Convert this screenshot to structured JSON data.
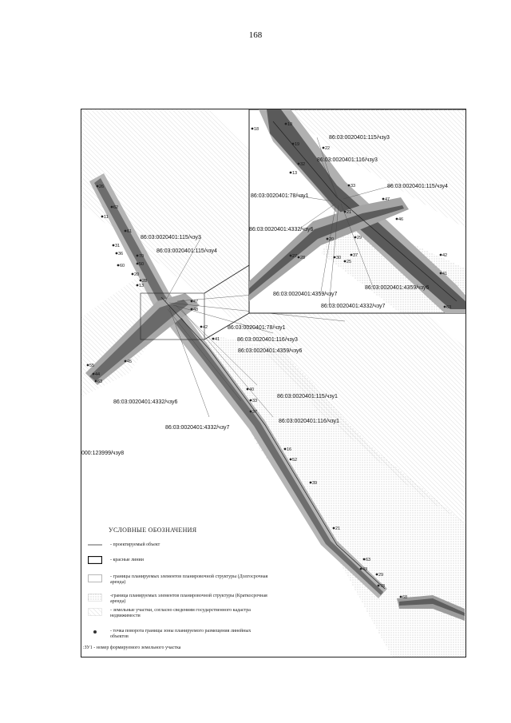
{
  "page_number": "168",
  "map": {
    "labels_main": [
      "86:03:0020401:115/чзу3",
      "86:03:0020401:115/чзу4",
      "86:03:0020401:78/чзу1",
      "86:03:0020401:116/чзу3",
      "86:03:0020401:4359/чзу6",
      "86:03:0020401:115/чзу1",
      "86:03:0020401:116/чзу1",
      "86:03:0020401:4332/чзу6",
      "86:03:0020401:4332/чзу7",
      "000:123999/чзу8"
    ],
    "labels_inset": [
      "86:03:0020401:115/чзу3",
      "86:03:0020401:116/чзу3",
      "86:03:0020401:115/чзу4",
      "86:03:0020401:78/чзу1",
      "86:03:0020401:4332/чзу6",
      "86:03:0020401:4359/чзу7",
      "86:03:0020401:4332/чзу7",
      "86:03:0020401:4359/чзу6"
    ],
    "points_main": [
      "26",
      "62",
      "11",
      "61",
      "60",
      "70",
      "50",
      "31",
      "36",
      "28",
      "13",
      "47",
      "48",
      "42",
      "41",
      "40",
      "33",
      "37",
      "16",
      "52",
      "39",
      "21",
      "44",
      "45",
      "55",
      "29",
      "78",
      "63",
      "68",
      "43",
      "20",
      "63"
    ],
    "points_inset": [
      "10",
      "18",
      "19",
      "22",
      "32",
      "13",
      "33",
      "47",
      "21",
      "46",
      "29",
      "27",
      "20",
      "30",
      "28",
      "42",
      "41",
      "25",
      "37",
      "63"
    ]
  },
  "legend": {
    "title": "УСЛОВНЫЕ ОБОЗНАЧЕНИЯ",
    "items": [
      "- проектируемый объект",
      "- красные линии",
      "- границы планируемых элементов планировочной структуры (Долгосрочная аренда)",
      "-граница планируемых элементов планировочной структуры (Краткосрочная аренда)",
      "- земельные участки, согласно сведениям государственного кадастра недвижимости",
      "- точка поворота границы зоны планируемого размещения линейных объектов",
      ":ЗУ1 - номер формируемого земельного участка"
    ]
  }
}
